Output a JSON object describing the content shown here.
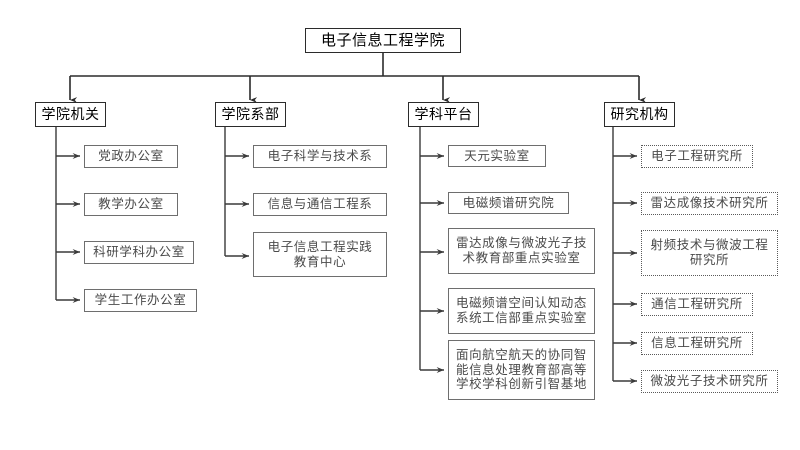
{
  "diagram": {
    "type": "organizational-chart",
    "title_node": "电子信息工程学院",
    "colors": {
      "background": "#ffffff",
      "root_border": "#2b2b2b",
      "leaf_border": "#6e6e6e",
      "dotted_border": "#5a5a5a",
      "connector": "#3a3a3a",
      "root_text": "#000000",
      "leaf_text": "#4a4a4a"
    },
    "root": {
      "label": "电子信息工程学院"
    },
    "columns": [
      {
        "header": "学院机关",
        "border_style": "solid",
        "children": [
          "党政办公室",
          "教学办公室",
          "科研学科办公室",
          "学生工作办公室"
        ]
      },
      {
        "header": "学院系部",
        "border_style": "solid",
        "children": [
          "电子科学与技术系",
          "信息与通信工程系",
          "电子信息工程实践\n教育中心"
        ]
      },
      {
        "header": "学科平台",
        "border_style": "solid",
        "children": [
          "天元实验室",
          "电磁频谱研究院",
          "雷达成像与微波光子技\n术教育部重点实验室",
          "电磁频谱空间认知动态\n系统工信部重点实验室",
          "面向航空航天的协同智\n能信息处理教育部高等\n学校学科创新引智基地"
        ]
      },
      {
        "header": "研究机构",
        "border_style": "dotted",
        "children": [
          "电子工程研究所",
          "雷达成像技术研究所",
          "射频技术与微波工程\n研究所",
          "通信工程研究所",
          "信息工程研究所",
          "微波光子技术研究所"
        ]
      }
    ]
  }
}
